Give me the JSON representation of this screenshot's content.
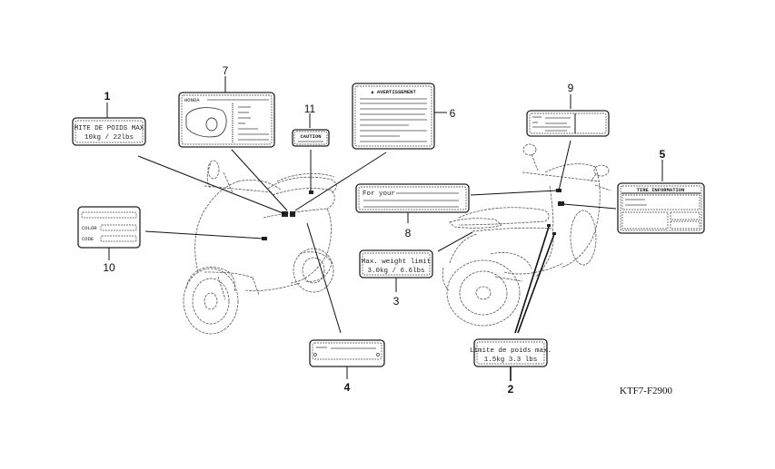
{
  "diagram": {
    "title_code": "KTF7-F2900",
    "callouts": [
      {
        "id": "1",
        "label": "1"
      },
      {
        "id": "2",
        "label": "2"
      },
      {
        "id": "3",
        "label": "3"
      },
      {
        "id": "4",
        "label": "4"
      },
      {
        "id": "5",
        "label": "5"
      },
      {
        "id": "6",
        "label": "6"
      },
      {
        "id": "7",
        "label": "7"
      },
      {
        "id": "8",
        "label": "8"
      },
      {
        "id": "9",
        "label": "9"
      },
      {
        "id": "10",
        "label": "10"
      },
      {
        "id": "11",
        "label": "11"
      }
    ],
    "labels": {
      "label_1": {
        "line1": "MITE DE POIDS MAX",
        "line2": "10kg  / 22lbs"
      },
      "label_2": {
        "line1": "Limite de poids max.",
        "line2": "1.5kg    3.3 lbs"
      },
      "label_3": {
        "line1": "Max. weight limit",
        "line2": "3.0kg  / 6.6lbs"
      },
      "label_5": {
        "header": "TIRE INFORMATION"
      },
      "label_6": {
        "header": "▲ AVERTISSEMENT"
      },
      "label_7": {
        "header": "HONDA"
      },
      "label_8": {
        "line1": "For your"
      },
      "label_10": {
        "row_color": "COLOR",
        "row_code": "CODE"
      },
      "label_11": {
        "header": "CAUTION"
      }
    }
  }
}
